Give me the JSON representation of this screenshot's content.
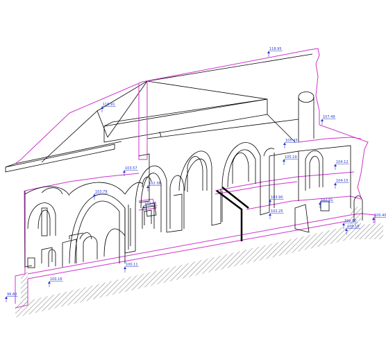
{
  "colors": {
    "background": "#ffffff",
    "line": "#000000",
    "section": "#cc33cc",
    "dimension": "#2233cc",
    "hatch": "#8a8a8a"
  },
  "elevations": [
    {
      "id": "ridge",
      "label": "118.95"
    },
    {
      "id": "left-gable",
      "label": "115.91"
    },
    {
      "id": "right-wall-top",
      "label": "107.49"
    },
    {
      "id": "right-room-top",
      "label": "105.43"
    },
    {
      "id": "mid-wall",
      "label": "105.19"
    },
    {
      "id": "chapel-arch-top",
      "label": "104.12"
    },
    {
      "id": "right-window",
      "label": "104.15"
    },
    {
      "id": "nave-vault",
      "label": "103.57"
    },
    {
      "id": "aisle-vault",
      "label": "103.79"
    },
    {
      "id": "pier-upper",
      "label": "102.38"
    },
    {
      "id": "right-room-floor",
      "label": "102.91"
    },
    {
      "id": "mid-floor-a",
      "label": "103.90"
    },
    {
      "id": "mid-floor-b",
      "label": "102.25"
    },
    {
      "id": "pier-lower",
      "label": "102.96"
    },
    {
      "id": "right-opening",
      "label": "102.80"
    },
    {
      "id": "right-ground",
      "label": "100.40"
    },
    {
      "id": "right-corner",
      "label": "100.10"
    },
    {
      "id": "front-floor",
      "label": "100.11"
    },
    {
      "id": "front-left-floor",
      "label": "100.16"
    },
    {
      "id": "left-ground",
      "label": "99.80"
    }
  ]
}
